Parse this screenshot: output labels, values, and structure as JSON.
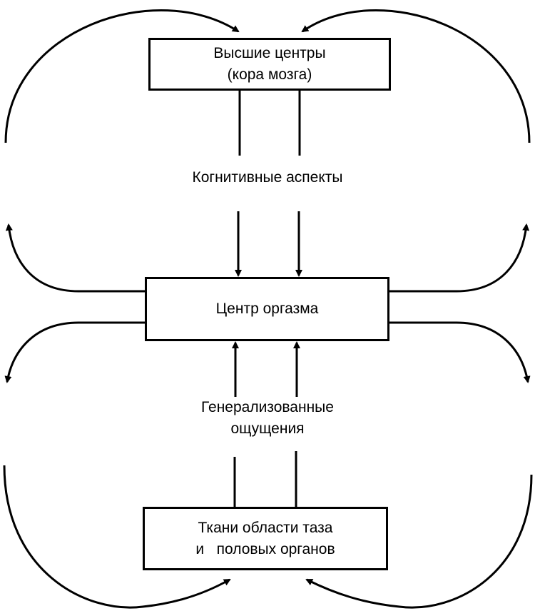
{
  "boxes": {
    "higher_centers": {
      "line1": "Высшие центры",
      "line2": "(кора мозга)"
    },
    "orgasm_center": {
      "line1": "Центр оргазма"
    },
    "pelvic_tissues": {
      "line1": "Ткани области таза",
      "line2": "и   половых органов"
    }
  },
  "labels": {
    "cognitive": "Когнитивные аспекты",
    "generalized_line1": "Генерализованные",
    "generalized_line2": "ощущения"
  },
  "colors": {
    "stroke": "#000000",
    "background": "#ffffff"
  }
}
